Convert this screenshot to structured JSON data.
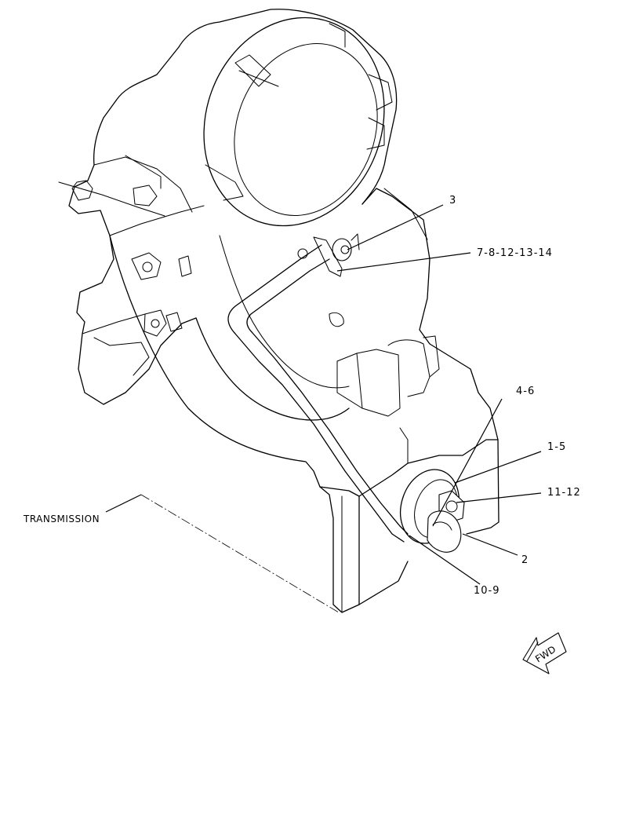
{
  "callouts": {
    "c3": "3",
    "c7_8_12_13_14": "7-8-12-13-14",
    "c4_6": "4-6",
    "c1_5": "1-5",
    "c11_12": "11-12",
    "c2": "2",
    "c10_9": "10-9",
    "transmission": "TRANSMISSION"
  },
  "direction_arrow": {
    "label": "FWD"
  }
}
